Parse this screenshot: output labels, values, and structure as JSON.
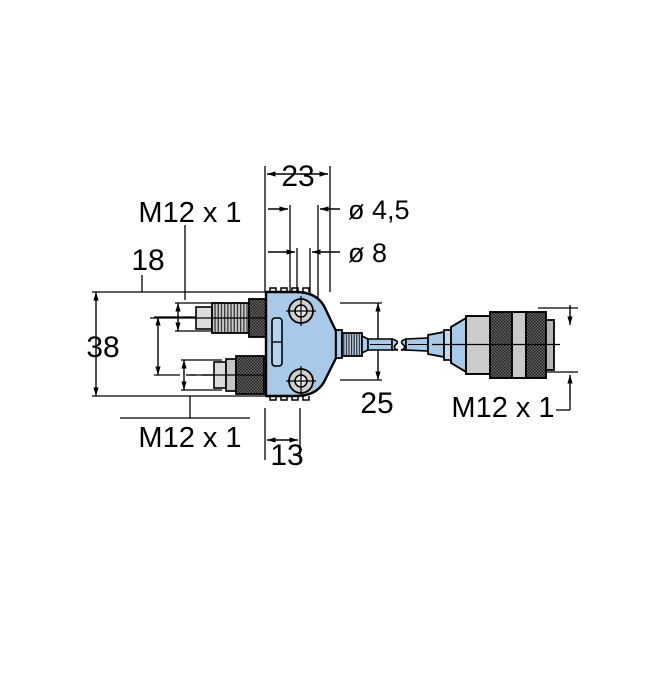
{
  "drawing": {
    "title": "M12 Y-splitter cable technical dimension drawing",
    "background_color": "#ffffff",
    "line_color": "#000000",
    "housing_color": "#a9c9e9",
    "housing_edge_color": "#000000",
    "metal_light_color": "#d4d4d4",
    "metal_mid_color": "#b0b0b0",
    "metal_dark_color": "#4a4a4a",
    "cable_color": "#a9c9e9"
  },
  "dimensions": {
    "width_23": "23",
    "depth_13": "13",
    "height_38": "38",
    "spacing_18": "18",
    "length_25": "25",
    "dia_45": "ø 4,5",
    "dia_8": "ø 8"
  },
  "labels": {
    "thread_top": "M12 x 1",
    "thread_bottom": "M12 x 1",
    "thread_right": "M12 x 1"
  },
  "parts": {
    "housing": "y-splitter-housing",
    "led_window": "led-indicator-window",
    "mounting_hole_top": "mounting-hole-top",
    "mounting_hole_bottom": "mounting-hole-bottom",
    "connector_male_top": "m12-male-connector-top",
    "connector_male_bottom": "m12-male-connector-bottom",
    "connector_stub_right": "m12-male-stub-right",
    "cable": "connection-cable",
    "cable_break": "cable-break-symbol",
    "connector_female_right": "m12-female-connector-right"
  }
}
